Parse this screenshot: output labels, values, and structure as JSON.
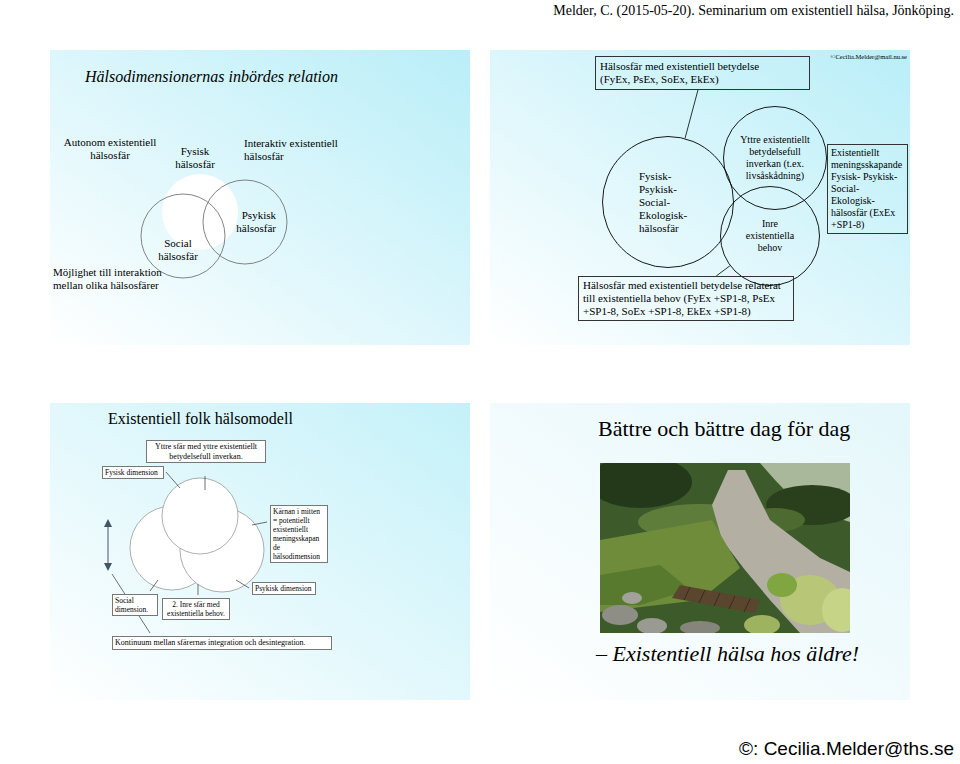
{
  "diagram": {
    "nodes": [
      {
        "text": [
          "Hälsodimensionernas inbördes relation"
        ]
      },
      {
        "text": [
          "©Cecilia.Melder@mail.nu.se"
        ]
      },
      {
        "text": [
          "Hälsosfär med existentiell betydelse (FyEx, PsEx, SoEx, EkEx)"
        ],
        "in": 1
      },
      {
        "text": [
          "Fysisk- Psykisk- Social- Ekologisk- hälsosfär"
        ],
        "in": 1
      },
      {
        "text": [
          "Yttre existentiellt betydelsefull inverkan (t.ex. livsåskådning)"
        ],
        "in": 1
      },
      {
        "text": [
          "Inre existentiella behov"
        ],
        "in": 1
      },
      {
        "text": [
          "Existentiellt meningsskapande Fysisk- Psykisk- Social- Ekologisk- hälsosfär (ExEx +SP1-8)"
        ],
        "in": 1
      },
      {
        "text": [
          "Hälsosfär med existentiell betydelse relaterat till existentiella behov (FyEx +SP1-8, PsEx +SP1-8, SoEx +SP1-8, EkEx +SP1-8)"
        ],
        "in": 1
      },
      {
        "text": [
          "Existentiell folk hälsomodell"
        ]
      },
      {
        "text": [
          "Fysisk dimension"
        ],
        "in": 8
      },
      {
        "text": [
          "Yttre sfär med yttre existentiellt betydelsefull inverkan."
        ],
        "in": 8
      },
      {
        "text": [
          "Kärnan i mitten = potentiellt existentiellt meningsskapan de hälsodimension"
        ],
        "in": 8
      },
      {
        "text": [
          "Social dimension."
        ],
        "in": 8
      },
      {
        "text": [
          "2. Inre sfär med existentiella behov."
        ],
        "in": 8
      },
      {
        "text": [
          "Psykisk dimension"
        ],
        "in": 8
      },
      {
        "text": [
          "Kontinuum mellan sfärernas integration och desintegration."
        ],
        "in": 8
      },
      {
        "text": [
          "Bättre och bättre dag för dag",
          "– Existentiell hälsa hos äldre!"
        ]
      }
    ],
    "edges": [
      {
        "from": 2,
        "to": 3,
        "arrow": "none"
      },
      {
        "from": 7,
        "to": 5,
        "arrow": "none"
      }
    ],
    "labels": [
      "Melder, C. (2015-05-20). Seminarium om existentiell hälsa, Jönköping.",
      "Autonom existentiell hälsosfär",
      "Fysisk hälsosfär",
      "Interaktiv existentiell hälsosfär",
      "Psykisk hälsosfär",
      "Social hälsosfär",
      "Möjlighet till interaktion mellan olika hälsosfärer",
      "©: Cecilia.Melder@ths.se"
    ]
  }
}
